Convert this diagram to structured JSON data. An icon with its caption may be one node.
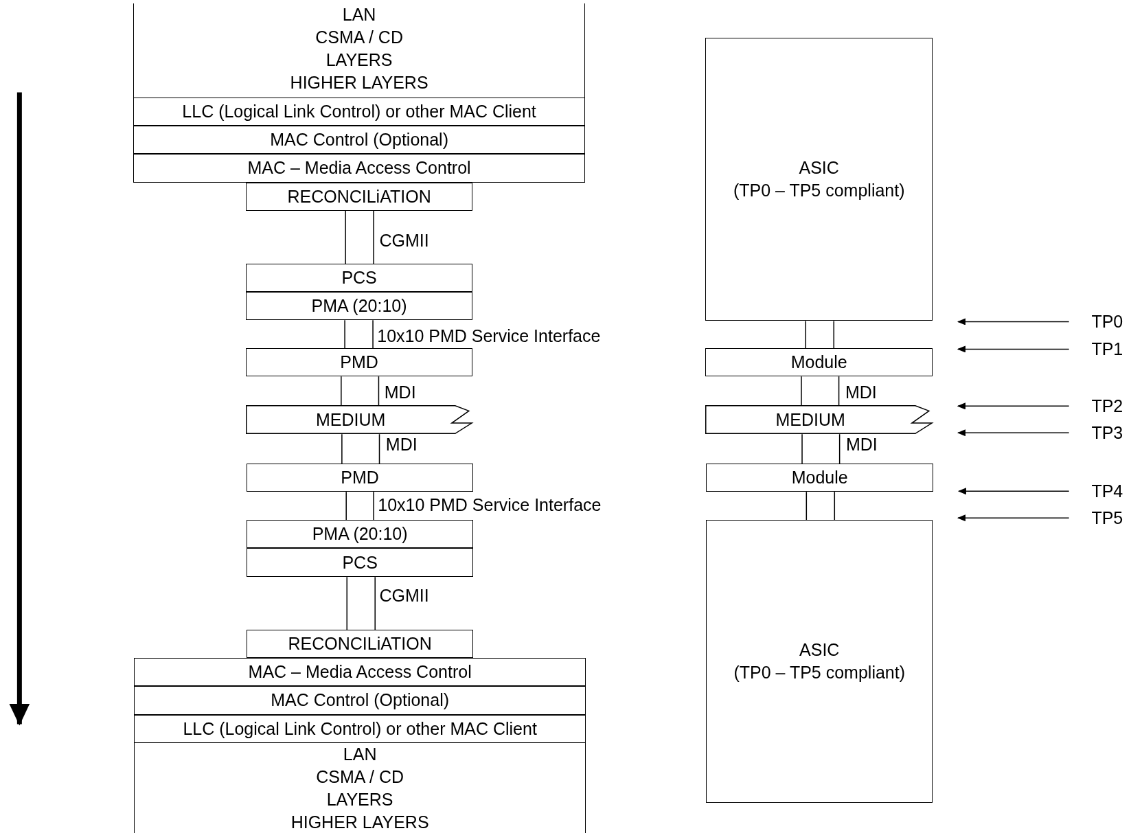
{
  "diagram": {
    "nodes": [
      {
        "text": [
          "LAN",
          "CSMA / CD",
          "LAYERS",
          "HIGHER LAYERS"
        ]
      },
      {
        "text": [
          "LLC (Logical Link Control) or other MAC Client"
        ]
      },
      {
        "text": [
          "MAC Control (Optional)"
        ]
      },
      {
        "text": [
          "MAC – Media Access Control"
        ]
      },
      {
        "text": [
          "RECONCILiATION"
        ]
      },
      {
        "text": [
          "PCS"
        ]
      },
      {
        "text": [
          "PMA (20:10)"
        ]
      },
      {
        "text": [
          "PMD"
        ]
      },
      {
        "text": [
          "MEDIUM"
        ]
      },
      {
        "text": [
          "PMD"
        ]
      },
      {
        "text": [
          "PMA (20:10)"
        ]
      },
      {
        "text": [
          "PCS"
        ]
      },
      {
        "text": [
          "RECONCILiATION"
        ]
      },
      {
        "text": [
          "MAC – Media Access Control"
        ]
      },
      {
        "text": [
          "MAC Control (Optional)"
        ]
      },
      {
        "text": [
          "LLC (Logical Link Control) or other MAC Client"
        ]
      },
      {
        "text": [
          "LAN",
          "CSMA / CD",
          "LAYERS",
          "HIGHER LAYERS"
        ]
      },
      {
        "text": [
          "ASIC",
          "(TP0 – TP5 compliant)"
        ]
      },
      {
        "text": [
          "Module"
        ]
      },
      {
        "text": [
          "MEDIUM"
        ]
      },
      {
        "text": [
          "Module"
        ]
      },
      {
        "text": [
          "ASIC",
          "(TP0 – TP5 compliant)"
        ]
      },
      {
        "text": [
          "TP0"
        ]
      },
      {
        "text": [
          "TP1"
        ]
      },
      {
        "text": [
          "TP2"
        ]
      },
      {
        "text": [
          "TP3"
        ]
      },
      {
        "text": [
          "TP4"
        ]
      },
      {
        "text": [
          "TP5"
        ]
      }
    ],
    "edges": [
      {
        "from": 4,
        "to": 5,
        "arrow": "none",
        "label": "CGMII"
      },
      {
        "from": 6,
        "to": 7,
        "arrow": "none",
        "label": "10x10 PMD Service Interface"
      },
      {
        "from": 7,
        "to": 8,
        "arrow": "none",
        "label": "MDI"
      },
      {
        "from": 8,
        "to": 9,
        "arrow": "none",
        "label": "MDI"
      },
      {
        "from": 9,
        "to": 10,
        "arrow": "none",
        "label": "10x10 PMD Service Interface"
      },
      {
        "from": 11,
        "to": 12,
        "arrow": "none",
        "label": "CGMII"
      },
      {
        "from": 17,
        "to": 18,
        "arrow": "none"
      },
      {
        "from": 18,
        "to": 19,
        "arrow": "none",
        "label": "MDI"
      },
      {
        "from": 19,
        "to": 20,
        "arrow": "none",
        "label": "MDI"
      },
      {
        "from": 20,
        "to": 21,
        "arrow": "none"
      },
      {
        "from": 22,
        "to": 17,
        "arrow": "to"
      },
      {
        "from": 23,
        "to": 18,
        "arrow": "to"
      },
      {
        "from": 24,
        "to": 19,
        "arrow": "to"
      },
      {
        "from": 25,
        "to": 19,
        "arrow": "to"
      },
      {
        "from": 26,
        "to": 20,
        "arrow": "to"
      },
      {
        "from": 27,
        "to": 21,
        "arrow": "to"
      }
    ]
  }
}
